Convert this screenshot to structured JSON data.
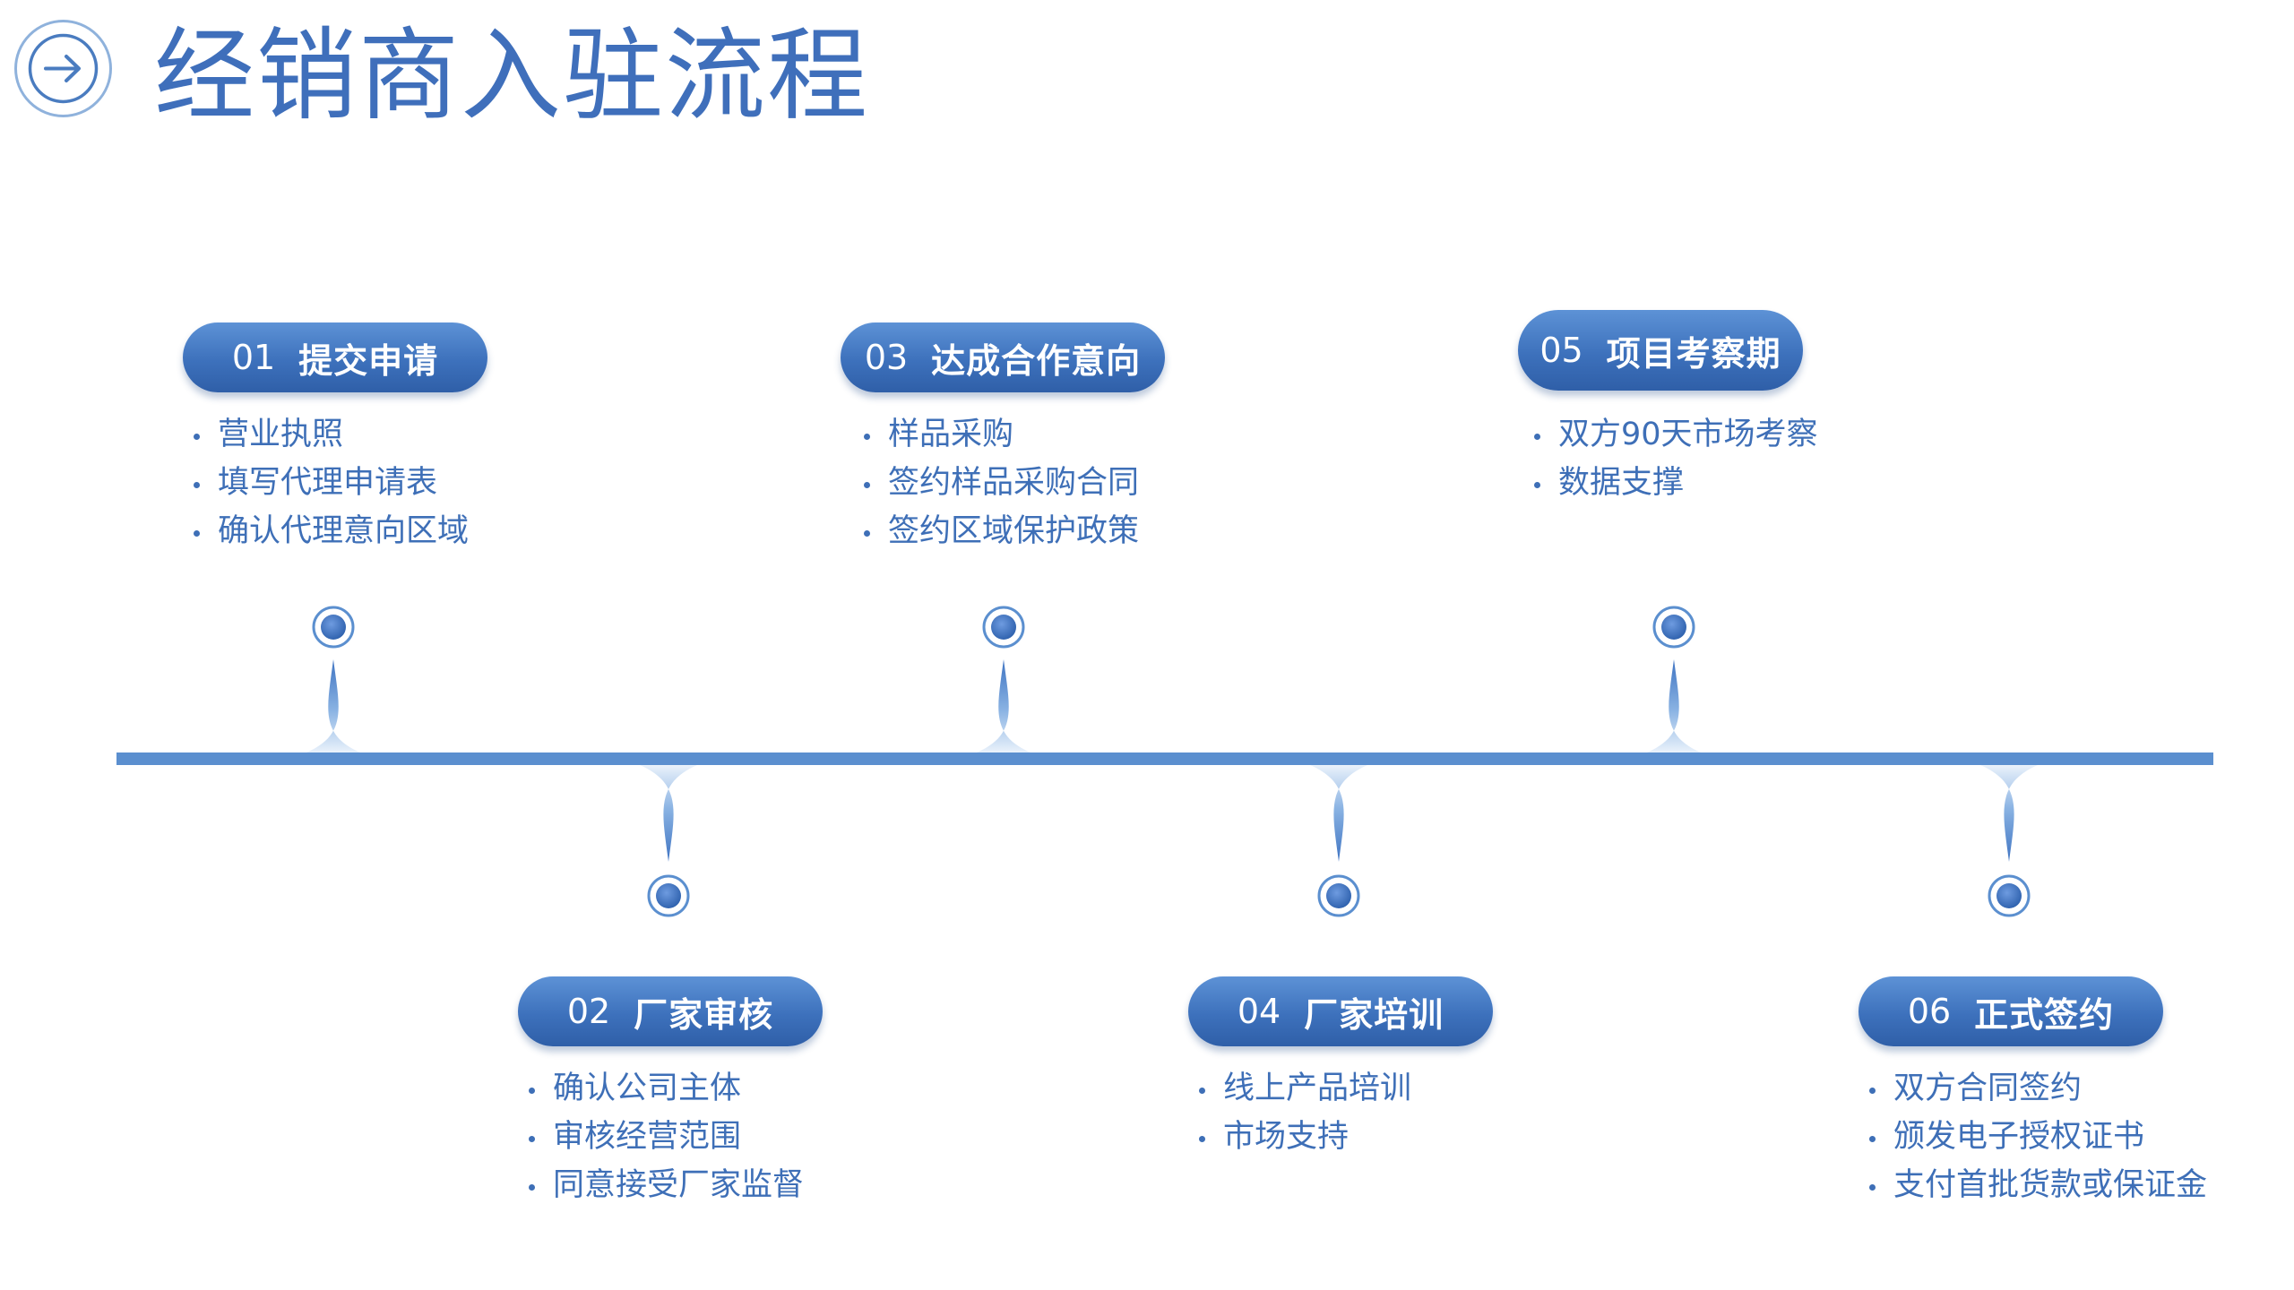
{
  "title": "经销商入驻流程",
  "colors": {
    "primary": "#3f6fbb",
    "line": "#5b8fcf",
    "text": "#3e6fb7",
    "background": "#ffffff"
  },
  "header_icon": "arrow-right-circle-icon",
  "steps": [
    {
      "number": "01",
      "title": "提交申请",
      "items": [
        "营业执照",
        "填写代理申请表",
        "确认代理意向区域"
      ]
    },
    {
      "number": "02",
      "title": "厂家审核",
      "items": [
        "确认公司主体",
        "审核经营范围",
        "同意接受厂家监督"
      ]
    },
    {
      "number": "03",
      "title": "达成合作意向",
      "items": [
        "样品采购",
        "签约样品采购合同",
        "签约区域保护政策"
      ]
    },
    {
      "number": "04",
      "title": "厂家培训",
      "items": [
        "线上产品培训",
        "市场支持"
      ]
    },
    {
      "number": "05",
      "title": "项目考察期",
      "items": [
        "双方90天市场考察",
        "数据支撑"
      ]
    },
    {
      "number": "06",
      "title": "正式签约",
      "items": [
        "双方合同签约",
        "颁发电子授权证书",
        "支付首批货款或保证金"
      ]
    }
  ]
}
